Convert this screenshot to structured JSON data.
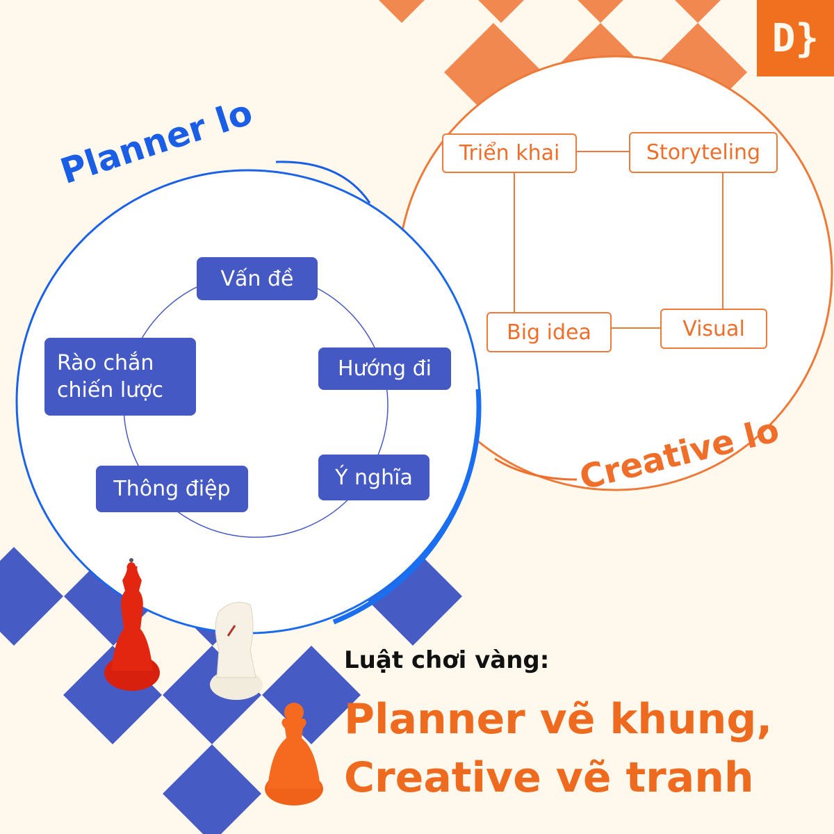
{
  "logo": {
    "text": "D}"
  },
  "planner": {
    "title": "Planner lo",
    "items": [
      "Vấn đề",
      "Hướng đi",
      "Ý nghĩa",
      "Thông điệp",
      "Rào chắn chiến lược"
    ]
  },
  "creative": {
    "title": "Creative lo",
    "items": [
      "Triển khai",
      "Storyteling",
      "Big idea",
      "Visual"
    ]
  },
  "rule": {
    "label": "Luật chơi vàng:",
    "line1": "Planner vẽ khung,",
    "line2": "Creative vẽ tranh"
  },
  "colors": {
    "blue": "#1A5EE6",
    "box_blue": "#4559C4",
    "orange": "#EE6E2A",
    "diamond_orange": "#F0884F",
    "diamond_blue": "#475BC5",
    "cream": "#FEF9EC"
  }
}
